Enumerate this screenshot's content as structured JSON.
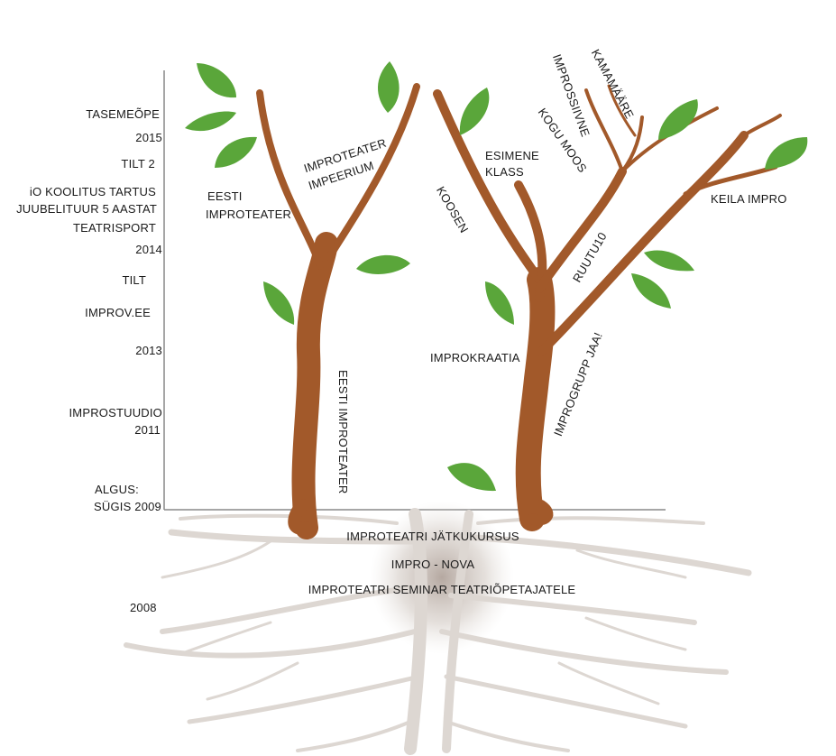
{
  "timeline": [
    {
      "key": "tasemeope",
      "text": "TASEMEÕPE"
    },
    {
      "key": "y2015",
      "text": "2015"
    },
    {
      "key": "tilt2",
      "text": "TILT 2"
    },
    {
      "key": "io_koolitus",
      "text": "iO KOOLITUS TARTUS"
    },
    {
      "key": "juubelituur",
      "text": "JUUBELITUUR 5 AASTAT"
    },
    {
      "key": "teatrisport",
      "text": "TEATRISPORT"
    },
    {
      "key": "y2014",
      "text": "2014"
    },
    {
      "key": "tilt",
      "text": "TILT"
    },
    {
      "key": "improv_ee",
      "text": "IMPROV.EE"
    },
    {
      "key": "y2013",
      "text": "2013"
    },
    {
      "key": "improstuudio",
      "text": "IMPROSTUUDIO"
    },
    {
      "key": "y2011",
      "text": "2011"
    },
    {
      "key": "algus",
      "text": "ALGUS:"
    },
    {
      "key": "sugis2009",
      "text": "SÜGIS 2009"
    },
    {
      "key": "y2008",
      "text": "2008"
    }
  ],
  "left_tree": {
    "trunk": "EESTI IMPROTEATER",
    "branch_left": [
      "EESTI",
      "IMPROTEATER"
    ],
    "branch_right": [
      "IMPROTEATER",
      "IMPEERIUM"
    ]
  },
  "right_tree": {
    "trunk_left": "IMPROKRAATIA",
    "trunk_right": "IMPROGRUPP JAA!",
    "koosen": "KOOSEN",
    "esimene_klass": [
      "ESIMENE",
      "KLASS"
    ],
    "ruutu10": "RUUTU10",
    "kogu_moos": "KOGU MOOS",
    "improssiivne": "IMPROSSIIVNE",
    "kamamaare": "KAMAMÄÄRE",
    "keila_impro": "KEILA IMPRO"
  },
  "roots": [
    "IMPROTEATRI JÄTKUKURSUS",
    "IMPRO - NOVA",
    "IMPROTEATRI SEMINAR TEATRIÕPETAJATELE"
  ],
  "colors": {
    "trunk": "#a2592a",
    "trunk_dark": "#8a4a22",
    "leaf": "#5aa63a",
    "leaf_edge": "#4b8f2f",
    "root": "#d9d3ce",
    "root_center": "#b5aaa2",
    "axis": "#888888"
  }
}
